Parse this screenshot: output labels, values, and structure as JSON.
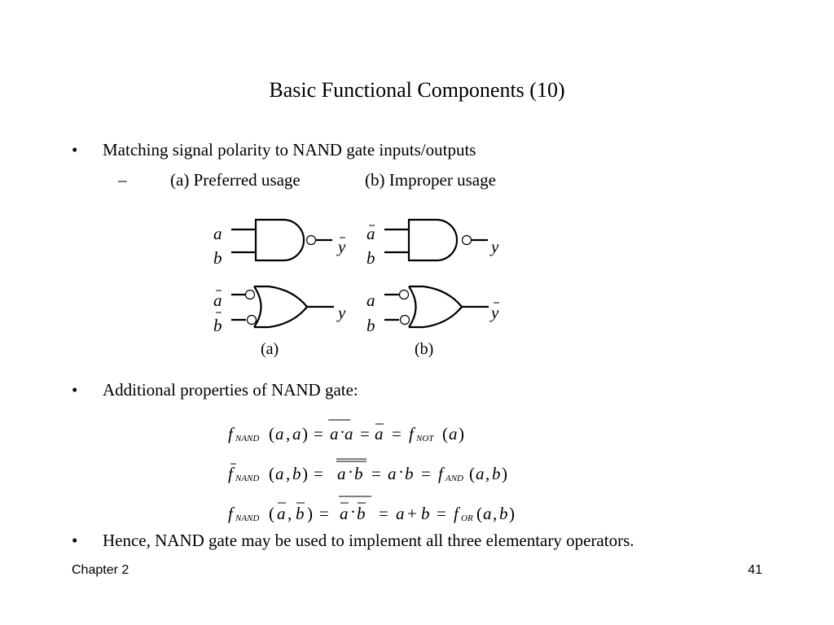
{
  "slide": {
    "title": "Basic Functional Components (10)",
    "bullet1": "Matching signal polarity to NAND gate inputs/outputs",
    "sub1_dash": "–",
    "sub1_a": "(a) Preferred usage",
    "sub1_b": "(b) Improper usage",
    "bullet2": "Additional properties of NAND gate:",
    "bullet3": "Hence, NAND gate may be used to implement all three elementary operators.",
    "bullet_symbol": "•"
  },
  "diagram": {
    "labels": {
      "a": "a",
      "b": "b",
      "y": "y",
      "caption_a": "(a)",
      "caption_b": "(b)"
    }
  },
  "formulas": {
    "f": "f",
    "nand": "NAND",
    "not": "NOT",
    "and": "AND",
    "or": "OR"
  },
  "footer": {
    "chapter": "Chapter 2",
    "page": "41"
  }
}
